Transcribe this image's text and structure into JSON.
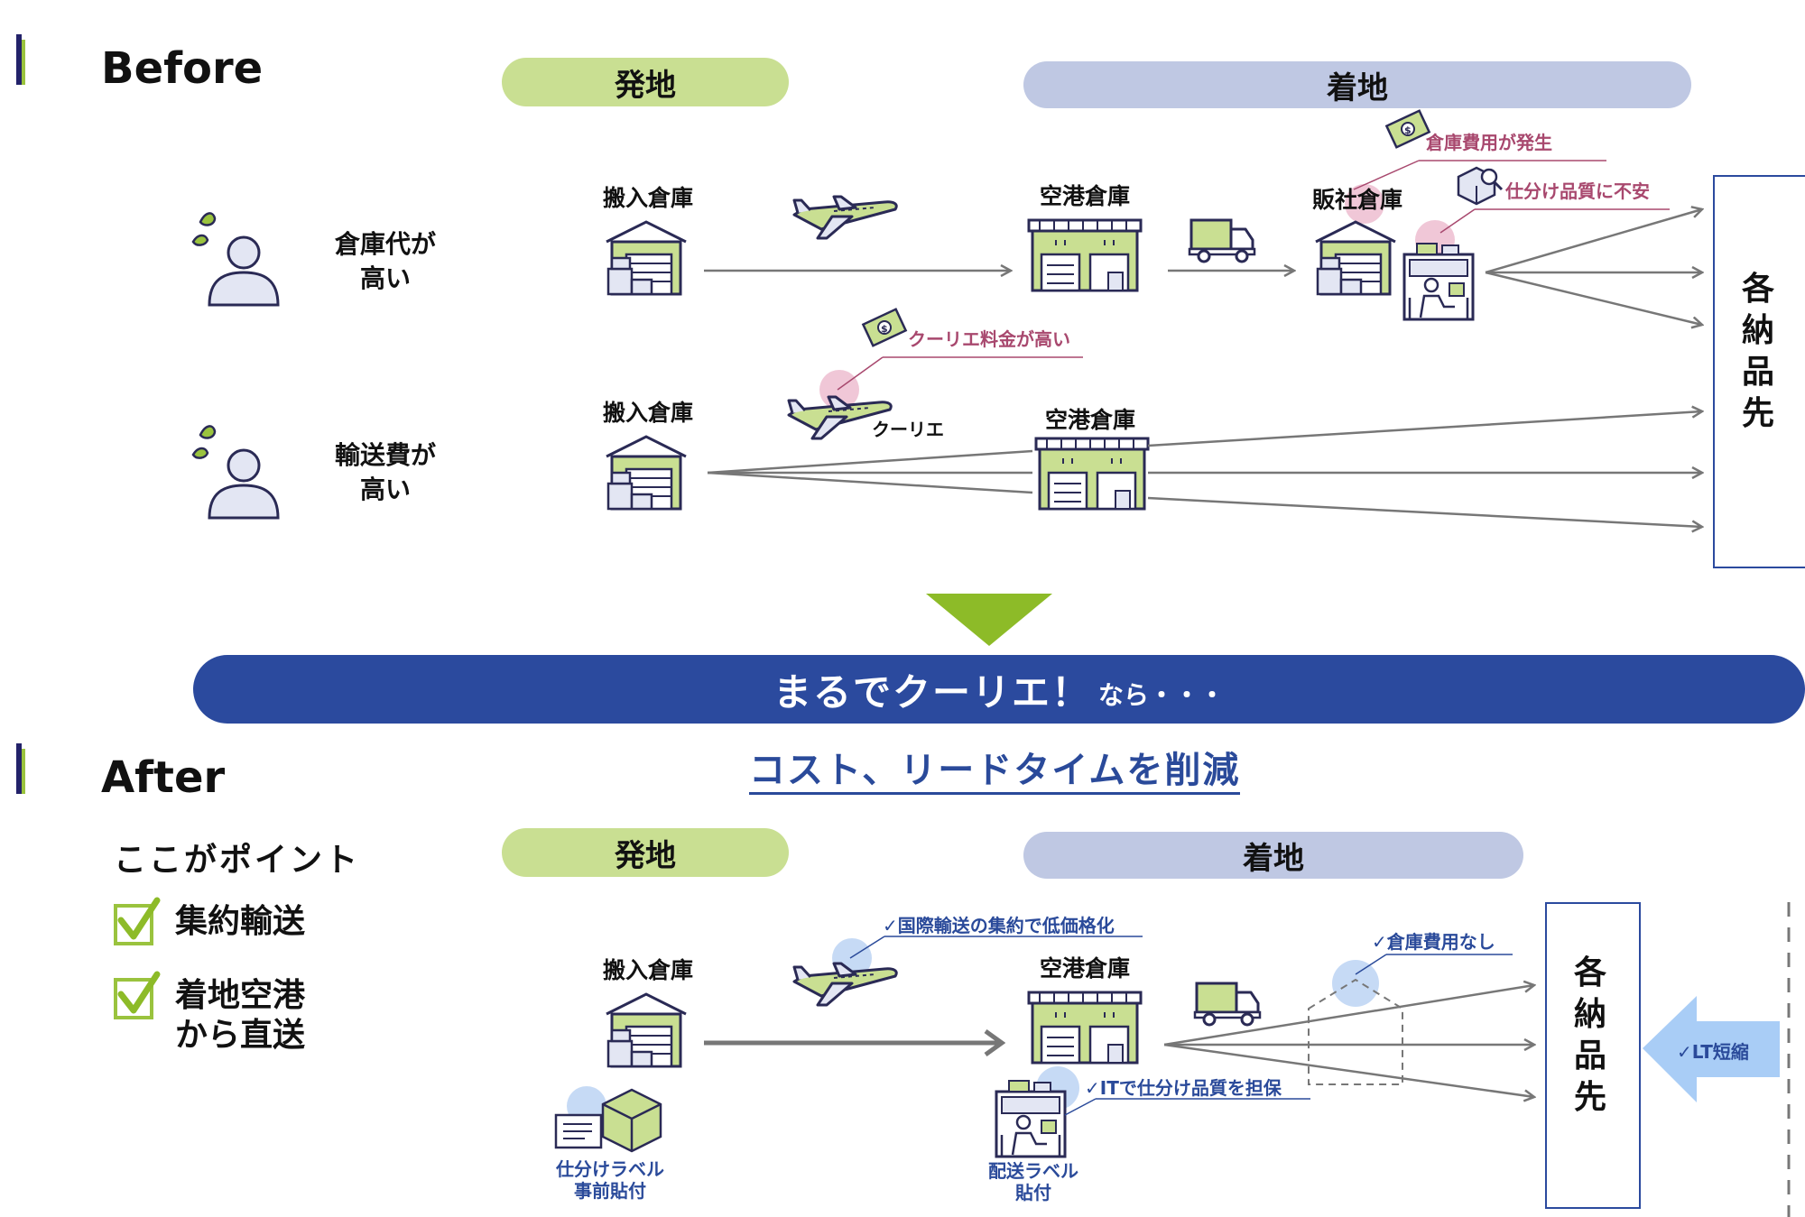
{
  "before": {
    "title": "Before",
    "origin_label": "発地",
    "destination_label": "着地",
    "persons": [
      {
        "text": "倉庫代が\n高い"
      },
      {
        "text": "輸送費が\n高い"
      }
    ],
    "row1": {
      "origin_warehouse": "搬入倉庫",
      "airport_warehouse": "空港倉庫",
      "sales_warehouse": "販社倉庫",
      "note_cost": "倉庫費用が発生",
      "note_quality": "仕分け品質に不安"
    },
    "row2": {
      "origin_warehouse": "搬入倉庫",
      "airport_warehouse": "空港倉庫",
      "courier_label": "クーリエ",
      "note_courier": "クーリエ料金が高い"
    },
    "destination_box": "各納品先"
  },
  "banner": {
    "main": "まるでクーリエ！",
    "suffix": "なら・・・"
  },
  "after": {
    "title": "After",
    "headline": "コスト、リードタイムを削減",
    "points_title": "ここがポイント",
    "points": [
      "集約輸送",
      "着地空港\nから直送"
    ],
    "origin_label": "発地",
    "destination_label": "着地",
    "origin_warehouse": "搬入倉庫",
    "airport_warehouse": "空港倉庫",
    "note_intl": "✓国際輸送の集約で低価格化",
    "note_no_warehouse": "✓倉庫費用なし",
    "note_it": "✓ITで仕分け品質を担保",
    "label_presort": "仕分けラベル\n事前貼付",
    "label_delivery": "配送ラベル\n貼付",
    "lt_label": "✓LT短縮",
    "destination_box": "各納品先"
  },
  "colors": {
    "navy": "#2b4a9e",
    "green": "#9ac33e",
    "light_green": "#c9df92",
    "light_blue": "#bfc8e3",
    "pink": "#a8486e",
    "arrow_gray": "#777777"
  }
}
